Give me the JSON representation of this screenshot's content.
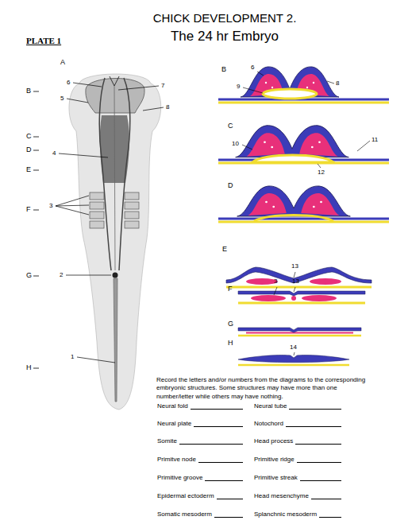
{
  "diagram": {
    "title": "CHICK DEVELOPMENT 2.",
    "labels": [
      "PLATE 1",
      "The 24 hr Embryo",
      "A",
      "B",
      "C",
      "D",
      "E",
      "F",
      "G",
      "H",
      "6",
      "7",
      "5",
      "8",
      "4",
      "3",
      "2",
      "1",
      "B",
      "C",
      "D",
      "E",
      "F",
      "G",
      "H",
      "6",
      "8",
      "9",
      "10",
      "11",
      "12",
      "13",
      "3",
      "13",
      "14",
      "Record the letters and/or numbers from the diagrams to the corresponding embryonic structures. Some structures may have more than one number/letter while others may have nothing.",
      "Neural fold",
      "Neural tube",
      "Neural plate",
      "Notochord",
      "Somite",
      "Head process",
      "Primitve node",
      "Primitive ridge",
      "Primitive groove",
      "Primitive streak",
      "Epidermal ectoderm",
      "Head mesenchyme",
      "Somatic mesoderm",
      "Splanchnic mesoderm"
    ]
  }
}
